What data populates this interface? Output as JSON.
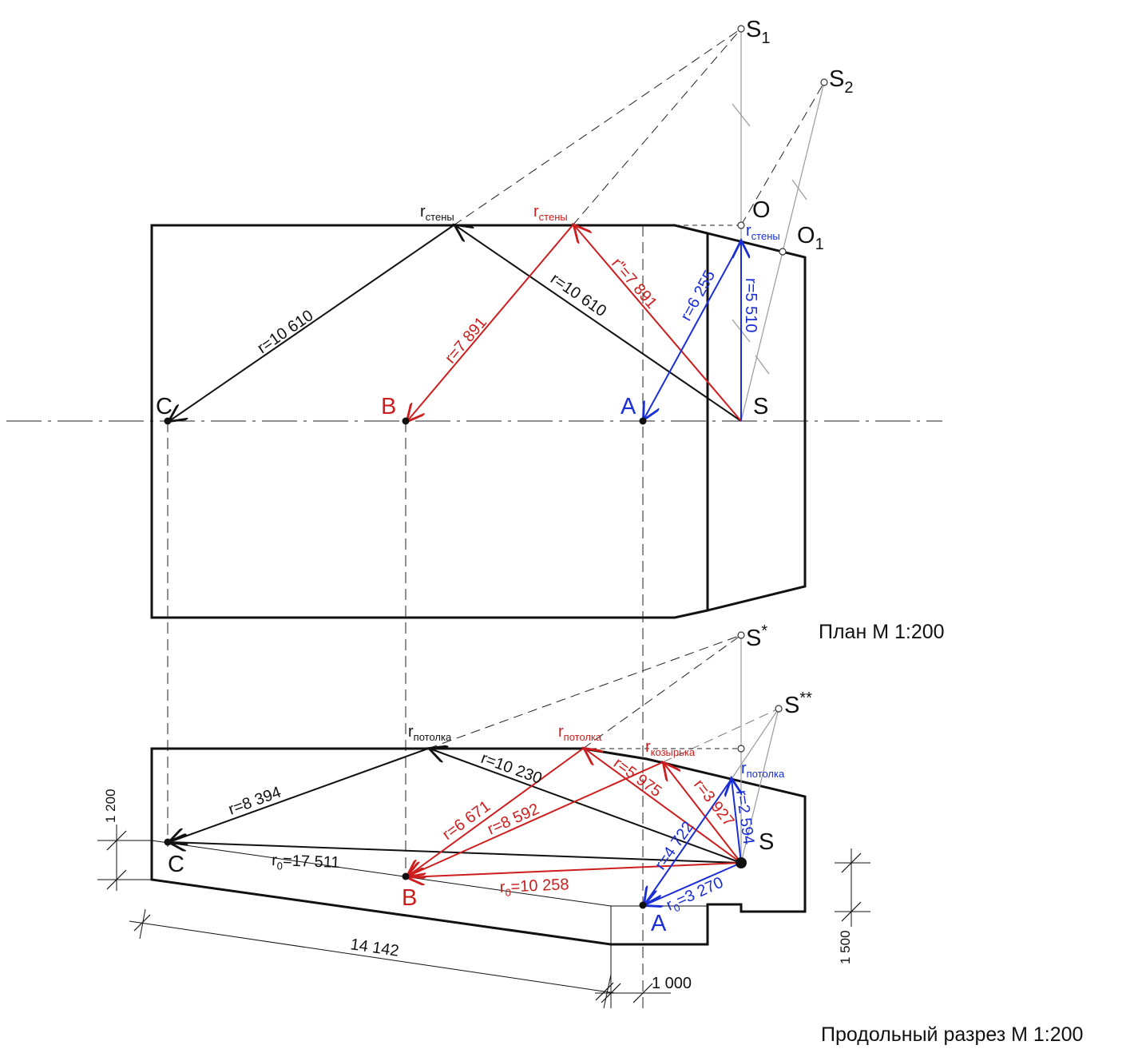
{
  "colors": {
    "black": "#111111",
    "red": "#cc1e1e",
    "blue": "#1a2ed6",
    "grey": "#9a9a9a"
  },
  "captions": {
    "plan": "План   М 1:200",
    "section": "Продольный разрез   М 1:200"
  },
  "plan": {
    "points": {
      "C": "C",
      "B": "B",
      "A": "A",
      "S": "S",
      "O": "O",
      "S1": {
        "main": "S",
        "sub": "1"
      },
      "S2": {
        "main": "S",
        "sub": "2"
      },
      "O1": {
        "main": "O",
        "sub": "1"
      }
    },
    "r_walls": {
      "black": {
        "main": "r",
        "sub": "стены"
      },
      "red": {
        "main": "r",
        "sub": "стены"
      },
      "blue": {
        "main": "r",
        "sub": "стены"
      }
    },
    "dims": {
      "black_SC_1": "r=10 610",
      "black_SC_2": "r=10 610",
      "red_SB_1": "r\"=7 891",
      "red_SB_2": "r=7 891",
      "blue_SA_1": "r=6 255",
      "blue_SA_2": "r=5 510"
    }
  },
  "section": {
    "points": {
      "C": "C",
      "B": "B",
      "A": "A",
      "S": "S",
      "Sstar": {
        "main": "S",
        "sup": "*"
      },
      "S2star": {
        "main": "S",
        "sup": "**"
      }
    },
    "r_ceiling": {
      "black": {
        "main": "r",
        "sub": "потолка"
      },
      "red": {
        "main": "r",
        "sub": "потолка"
      },
      "red_visor": {
        "main": "r",
        "sub": "козырька"
      },
      "blue": {
        "main": "r",
        "sub": "потолка"
      }
    },
    "dims": {
      "black_1": "r=10 230",
      "black_2": "r=8 394",
      "black_r0": {
        "main": "r",
        "sub": "0",
        "rest": "=17 511"
      },
      "red_1": "r=5 975",
      "red_2": "r=3 927",
      "red_3": "r=6 671",
      "red_4": "r=8 592",
      "red_r0": {
        "main": "r",
        "sub": "0",
        "rest": "=10 258"
      },
      "blue_1": "r=4 722",
      "blue_2": "r=2 594",
      "blue_r0": {
        "main": "r",
        "sub": "0",
        "rest": "=3 270"
      }
    },
    "measures": {
      "left_height": "1 200",
      "slope_length": "14 142",
      "step_width": "1 000",
      "right_height": "1 500"
    }
  }
}
